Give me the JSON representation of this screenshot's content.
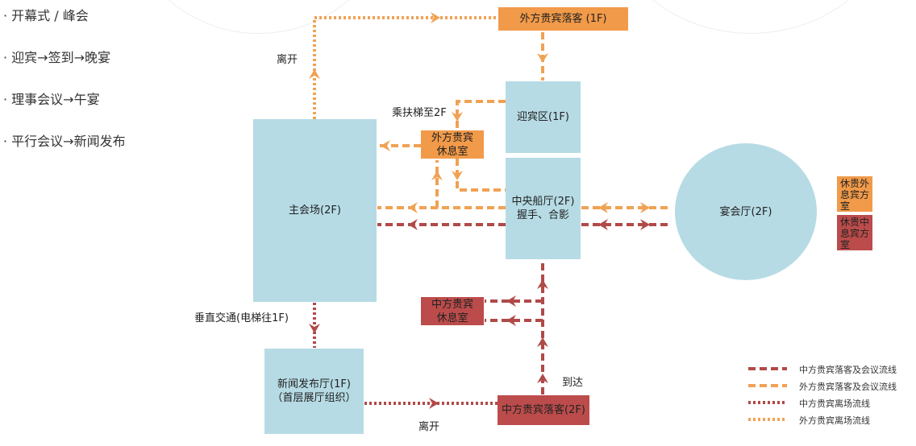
{
  "left_list": [
    "· 开幕式 / 峰会",
    "· 迎宾→签到→晚宴",
    "· 理事会议→午宴",
    "· 平行会议→新闻发布"
  ],
  "nodes": {
    "foreign_arrival": "外方贵宾落客 (1F)",
    "welcome_area": "迎宾区(1F)",
    "foreign_lounge": "外方贵宾\n休息室",
    "main_hall": "主会场(2F)",
    "central_hall": "中央船厅(2F)\n握手、合影",
    "banquet_hall": "宴会厅(2F)",
    "chinese_lounge": "中方贵宾\n休息室",
    "press_hall": "新闻发布厅(1F)\n（首层展厅组织）",
    "chinese_arrival": "中方贵宾落客(2F)"
  },
  "side_labels": {
    "foreign_col1": "外方",
    "foreign_col2": "贵宾",
    "foreign_col3": "休息室",
    "chinese_col1": "中方",
    "chinese_col2": "贵宾",
    "chinese_col3": "休息室"
  },
  "flow_labels": {
    "leave_top": "离开",
    "escalator": "乘扶梯至2F",
    "vertical": "垂直交通(电梯往1F)",
    "arrive": "到达",
    "leave_bottom": "离开"
  },
  "legend": [
    {
      "label": "中方贵宾落客及会议流线",
      "color": "#b04a48",
      "style": "dashed"
    },
    {
      "label": "外方贵宾落客及会议流线",
      "color": "#f0a254",
      "style": "dashed"
    },
    {
      "label": "中方贵宾离场流线",
      "color": "#b04a48",
      "style": "dotted"
    },
    {
      "label": "外方贵宾离场流线",
      "color": "#f0a254",
      "style": "dotted"
    }
  ],
  "colors": {
    "blue": "#b6dbe5",
    "orange": "#f19a49",
    "red": "#bb4c4b",
    "line_orange": "#f0a254",
    "line_red": "#b04a48"
  }
}
